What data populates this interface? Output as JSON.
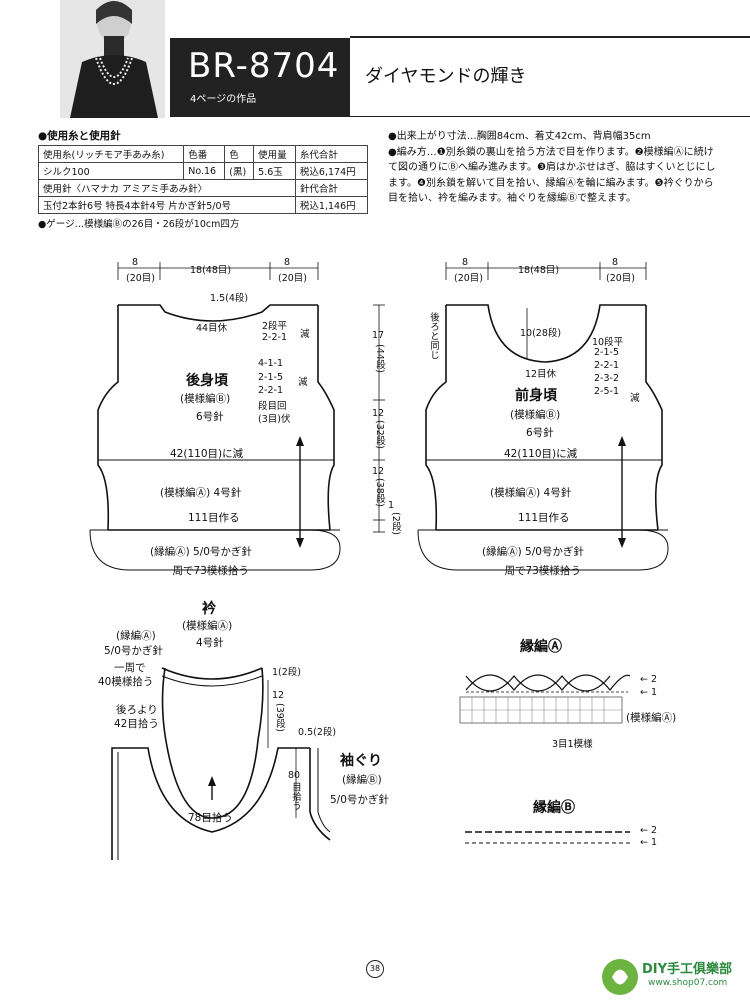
{
  "header": {
    "model_code": "BR-8704",
    "page_ref": "4ページの作品",
    "title": "ダイヤモンドの輝き"
  },
  "materials": {
    "heading": "●使用糸と使用針",
    "yarn_headers": [
      "使用糸(リッチモア手あみ糸)",
      "色番",
      "色",
      "使用量",
      "糸代合計"
    ],
    "yarn_row": [
      "シルク100",
      "No.16",
      "(黒)",
      "5.6玉",
      "税込6,174円"
    ],
    "needle_header": "使用針〈ハマナカ アミアミ手あみ針〉",
    "needle_total_label": "針代合計",
    "needle_row": "玉付2本針6号 特長4本針4号 片かぎ針5/0号",
    "needle_price": "税込1,146円",
    "gauge": "●ゲージ…模様編Ⓑの26目・26段が10cm四方"
  },
  "method": {
    "size": "●出来上がり寸法…胸囲84cm、着丈42cm、背肩幅35cm",
    "steps": "●編み方…❶別糸鎖の裏山を拾う方法で目を作ります。❷模様編Ⓐに続けて図の通りにⒷへ編み進みます。❸肩はかぶせはぎ、脇はすくいとじにします。❹別糸鎖を解いて目を拾い、縁編Ⓐを輪に編みます。❺衿ぐりから目を拾い、衿を編みます。袖ぐりを縁編Ⓑで整えます。"
  },
  "back": {
    "w_left": "8",
    "w_left_sub": "(20目)",
    "w_mid": "18",
    "w_mid_sub": "(48目)",
    "w_right": "8",
    "w_right_sub": "(20目)",
    "neck_depth": "1.5",
    "neck_depth_sub": "(4段)",
    "neck_rest": "44目休",
    "neck_dec": "2段平",
    "neck_dec2": "2-2-1",
    "neck_dec3": "減",
    "arm1": "4-1-1",
    "arm2": "2-1-5",
    "arm3": "2-2-1",
    "arm4": "段目回",
    "arm5": "(3目)伏",
    "arm_dec": "減",
    "name": "後身頃",
    "pattern": "(模様編Ⓑ)",
    "needle": "6号針",
    "dec_line": "42(110目)に減",
    "lower_pattern": "(模様編Ⓐ) 4号針",
    "cast_on": "111目作る",
    "edge": "(縁編Ⓐ) 5/0号かぎ針",
    "pickup": "一周で73模様拾う"
  },
  "front": {
    "w_left": "8",
    "w_left_sub": "(20目)",
    "w_mid": "18",
    "w_mid_sub": "(48目)",
    "w_right": "8",
    "w_right_sub": "(20目)",
    "same_as_back": "後ろと同じ",
    "neck_depth": "10",
    "neck_depth_sub": "(28段)",
    "neck_rest": "12目休",
    "neck_dec1": "10段平",
    "neck_dec2": "2-1-5",
    "neck_dec3": "2-2-1",
    "neck_dec4": "2-3-2",
    "neck_dec5": "2-5-1",
    "neck_dec6": "減",
    "name": "前身頃",
    "pattern": "(模様編Ⓑ)",
    "needle": "6号針",
    "dec_line": "42(110目)に減",
    "lower_pattern": "(模様編Ⓐ) 4号針",
    "cast_on": "111目作る",
    "edge": "(縁編Ⓐ) 5/0号かぎ針",
    "pickup": "一周で73模様拾う"
  },
  "mid_dims": {
    "d1": "17",
    "d1_sub": "(44段)",
    "d2": "12",
    "d2_sub": "(32段)",
    "d3": "12",
    "d3_sub": "(38段)",
    "d4": "1",
    "d4_sub": "(2段)"
  },
  "collar": {
    "title": "衿",
    "pattern": "(模様編Ⓐ)",
    "needle": "4号針",
    "edge_a": "(縁編Ⓐ)",
    "edge_a_needle": "5/0号かぎ針",
    "round1": "一周で",
    "round2": "40模様拾う",
    "back_from": "後ろより",
    "back_pick": "42目拾う",
    "top_dim": "1",
    "top_dim_sub": "(2段)",
    "side_dim": "12",
    "side_dim_sub": "(39段)",
    "front_pick": "78目拾う"
  },
  "armhole": {
    "dim": "0.5",
    "dim_sub": "(2段)",
    "title": "袖ぐり",
    "edge": "(縁編Ⓑ)",
    "needle": "5/0号かぎ針",
    "pick1": "80",
    "pick2": "目拾う"
  },
  "edge_a_chart": {
    "title": "縁編Ⓐ",
    "row2": "2",
    "row1": "1",
    "pattern_label": "(模様編Ⓐ)",
    "repeat": "3目1模様"
  },
  "edge_b_chart": {
    "title": "縁編Ⓑ",
    "row2": "2",
    "row1": "1"
  },
  "footer": {
    "page_no": "38",
    "logo_text": "DIY手工俱樂部",
    "logo_url_text": "www.shop07.com"
  }
}
